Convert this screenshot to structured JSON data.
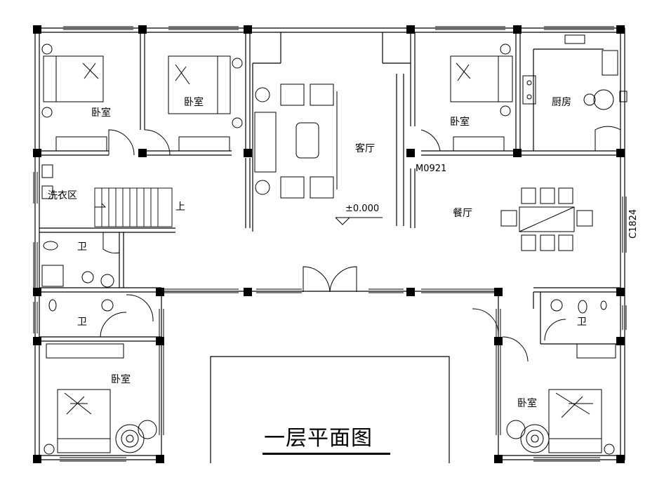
{
  "title": "一层平面图",
  "rooms": {
    "bedroom_top_left": "卧室",
    "bedroom_top_mid": "卧室",
    "living_room": "客厅",
    "bedroom_top_right": "卧室",
    "kitchen": "厨房",
    "laundry": "洗衣区",
    "stair_up": "上",
    "bath_left_upper": "卫",
    "bath_left_lower": "卫",
    "dining": "餐厅",
    "bath_right": "卫",
    "bedroom_bottom_left": "卧室",
    "bedroom_bottom_right": "卧室"
  },
  "annotations": {
    "door_code": "M0921",
    "window_code": "C1824",
    "elevation": "±0.000"
  }
}
